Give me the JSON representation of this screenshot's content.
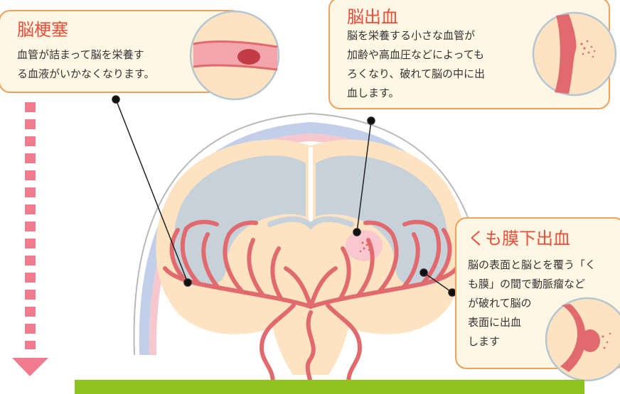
{
  "colors": {
    "callout_border": "#f0a05a",
    "callout_fill": "#fff6e4",
    "title_red": "#e94e3c",
    "artery": "#e06a6e",
    "brain_tissue": "#fde3c1",
    "brain_gray": "#c7d1da",
    "skull_band_blue": "#c3cfe8",
    "skull_band_pink": "#f6c7cc",
    "arrow_pink": "#f07b8c",
    "bottom_bar": "#8dc21f"
  },
  "callouts": {
    "infarction": {
      "title": "脳梗塞",
      "lines": [
        "血管が詰まって脳を栄養す",
        "る血液がいかなくなります。"
      ]
    },
    "hemorrhage": {
      "title": "脳出血",
      "lines": [
        "脳を栄養する小さな血管が",
        "加齢や高血圧などによっても",
        "ろくなり、破れて脳の中に出",
        "血します。"
      ]
    },
    "subarachnoid": {
      "title": "くも膜下出血",
      "lines": [
        "脳の表面と脳とを覆う「く",
        "も膜」の間で動脈瘤など",
        "が破れて脳の",
        "表面に出血",
        "します"
      ]
    }
  },
  "icons": {
    "down_arrow": "dashed-down-arrow-icon",
    "infarction_zoom": "clogged-vessel-icon",
    "hemorrhage_zoom": "ruptured-vessel-icon",
    "subarachnoid_zoom": "aneurysm-icon"
  }
}
